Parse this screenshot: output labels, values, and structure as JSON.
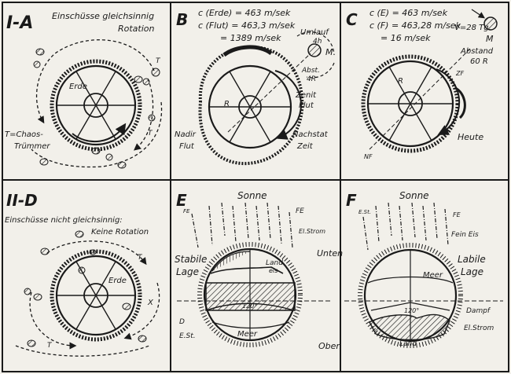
{
  "panels": {
    "IA": {
      "id": "I-A",
      "caption_line1": "Einschüsse gleichsinnig",
      "caption_line2": "Rotation",
      "earth": "Erde",
      "t_mark": "T",
      "t_mark2": "T",
      "chaos_line1": "T=Chaos-",
      "chaos_line2": "Trümmer"
    },
    "B": {
      "id": "B",
      "line1": "c (Erde) = 463 m/sek",
      "line2": "c (Flut) = 463,3 m/sek",
      "line3": "= 1389 m/sek",
      "umlauf_line1": "Umlauf",
      "umlauf_line2": "4h",
      "m": "M",
      "abst_line1": "Abst.",
      "abst_line2": "4R",
      "r": "R",
      "zenit_line1": "Zenit",
      "zenit_line2": "Flut",
      "nadir_line1": "Nadir",
      "nadir_line2": "Flut",
      "nachstat_line1": "Nachstat",
      "nachstat_line2": "Zeit"
    },
    "C": {
      "id": "C",
      "line1": "c (E) = 463 m/sek",
      "line2": "c (F) = 463,28 m/sek",
      "line3": "= 16 m/sek",
      "v": "V=28 Tg.",
      "m": "M",
      "abstand_line1": "Abstand",
      "abstand_line2": "60 R",
      "zf": "ZF",
      "r": "R",
      "heute": "Heute",
      "nf": "NF"
    },
    "IID": {
      "id": "II-D",
      "caption_line1": "Einschüsse nicht gleichsinnig:",
      "caption_line2": "Keine Rotation",
      "earth": "Erde",
      "t1": "T",
      "t2": "T",
      "x": "X"
    },
    "E": {
      "id": "E",
      "sonne": "Sonne",
      "fe1": "FE",
      "fe2": "FE",
      "elstrom": "El.Strom",
      "stabile_line1": "Stabile",
      "stabile_line2": "Lage",
      "land_line1": "Land",
      "land_line2": "eis",
      "deg": "120°",
      "d": "D",
      "est": "E.St.",
      "meer": "Meer"
    },
    "F": {
      "id": "F",
      "sonne": "Sonne",
      "est": "E.St.",
      "fe": "FE",
      "feineis": "Fein Eis",
      "unten": "Unten",
      "labile_line1": "Labile",
      "labile_line2": "Lage",
      "meer": "Meer",
      "deg": "120°",
      "dampf": "Dampf",
      "elstrom": "El.Strom",
      "land": "Land",
      "oben": "Oben"
    }
  }
}
